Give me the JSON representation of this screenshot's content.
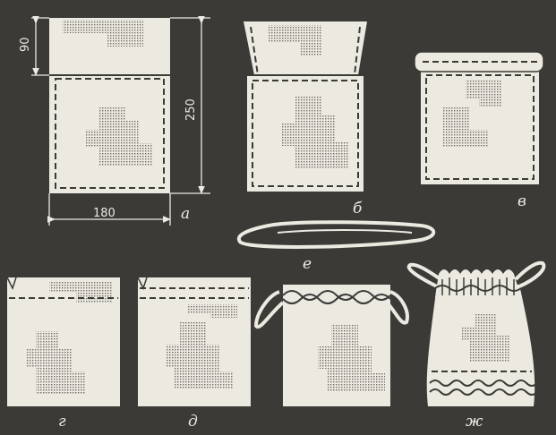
{
  "labels": {
    "a": "а",
    "b": "б",
    "v": "в",
    "e": "е",
    "g": "г",
    "d": "д",
    "zh": "ж"
  },
  "dimensions": {
    "top_height": "90",
    "height": "250",
    "width": "180"
  },
  "colors": {
    "background": "#3b3a37",
    "fabric": "#ece9e1",
    "ink": "#3b3a37"
  }
}
